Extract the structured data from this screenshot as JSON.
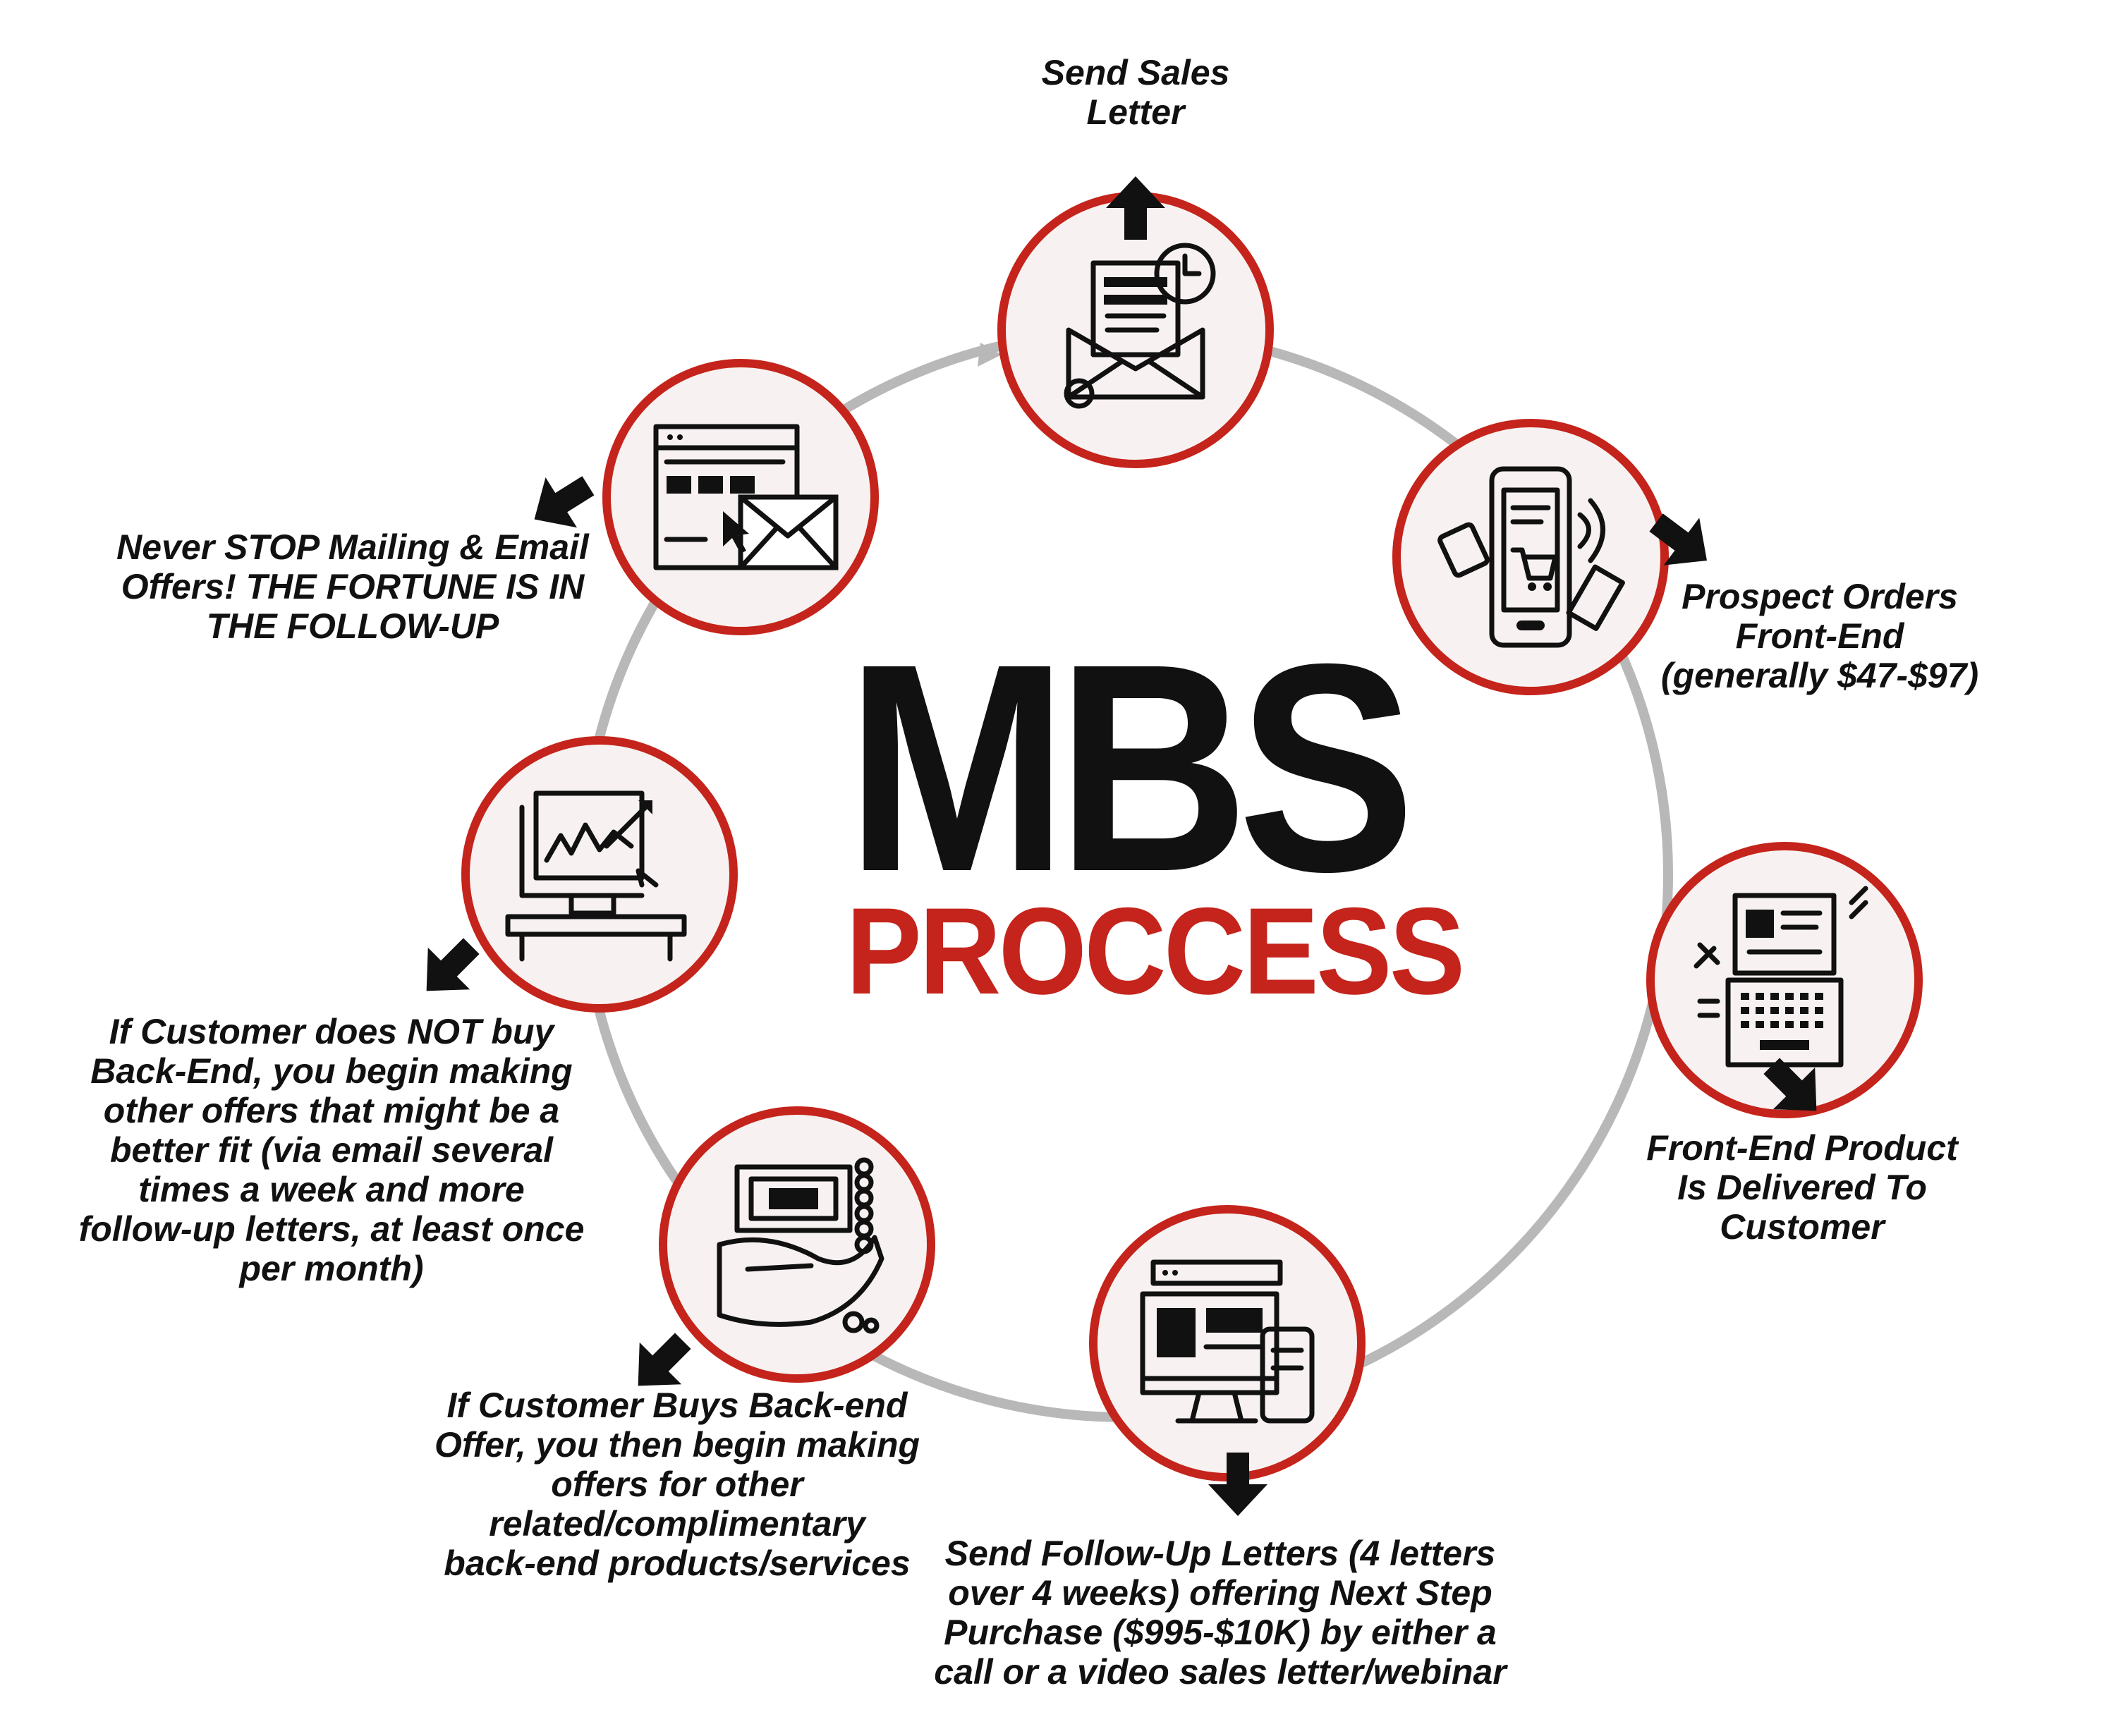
{
  "title": {
    "main": "MBS",
    "sub": "PROCCESS"
  },
  "colors": {
    "accent": "#c4241b",
    "ink": "#111111",
    "ring": "#b8b8b8",
    "node_fill": "#f7f2f1"
  },
  "steps": [
    {
      "icon": "sales-letter-envelope-icon",
      "lines": [
        "Send Sales",
        "Letter"
      ]
    },
    {
      "icon": "mobile-shopping-cart-icon",
      "lines": [
        "Prospect Orders",
        "Front-End",
        "(generally $47-$97)"
      ]
    },
    {
      "icon": "laptop-delivery-icon",
      "lines": [
        "Front-End Product",
        "Is Delivered To",
        "Customer"
      ]
    },
    {
      "icon": "desktop-tablet-webinar-icon",
      "lines": [
        "Send Follow-Up Letters (4 letters",
        "over 4 weeks) offering Next Step",
        "Purchase ($995-$10K) by either a",
        "call or a video sales letter/webinar"
      ]
    },
    {
      "icon": "hand-holding-money-icon",
      "lines": [
        "If Customer Buys Back-end",
        "Offer, you then begin making",
        "offers for other",
        "related/complimentary",
        "back-end products/services"
      ]
    },
    {
      "icon": "analytics-monitor-icon",
      "lines": [
        "If Customer does NOT buy",
        "Back-End, you begin making",
        "other offers that might be a",
        "better fit (via email several",
        "times a week and more",
        "follow-up letters, at least once",
        "per month)"
      ]
    },
    {
      "icon": "browser-email-icon",
      "lines": [
        "Never STOP Mailing & Email",
        "Offers! THE FORTUNE IS IN",
        "THE FOLLOW-UP"
      ]
    }
  ]
}
